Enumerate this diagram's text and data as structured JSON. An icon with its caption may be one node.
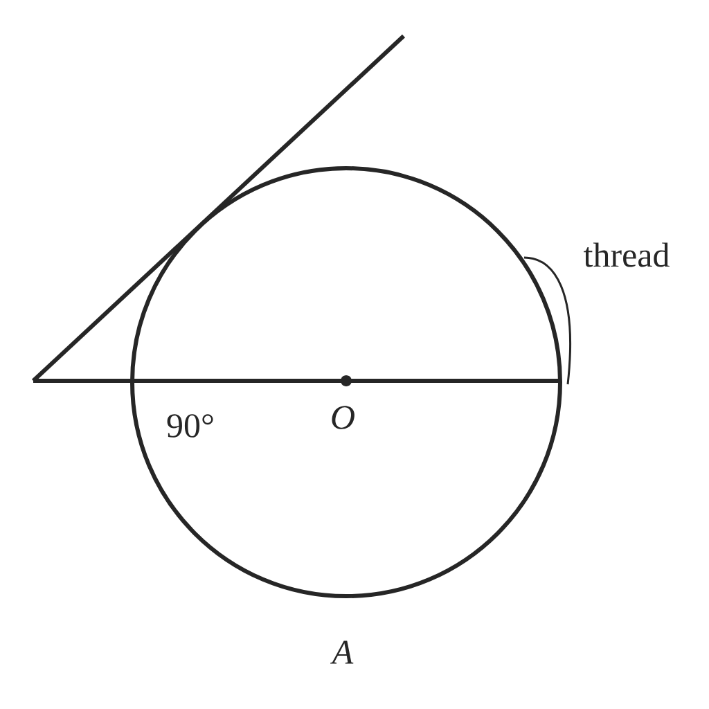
{
  "diagram": {
    "labels": [
      "thread",
      "90°",
      "O",
      "A"
    ]
  }
}
